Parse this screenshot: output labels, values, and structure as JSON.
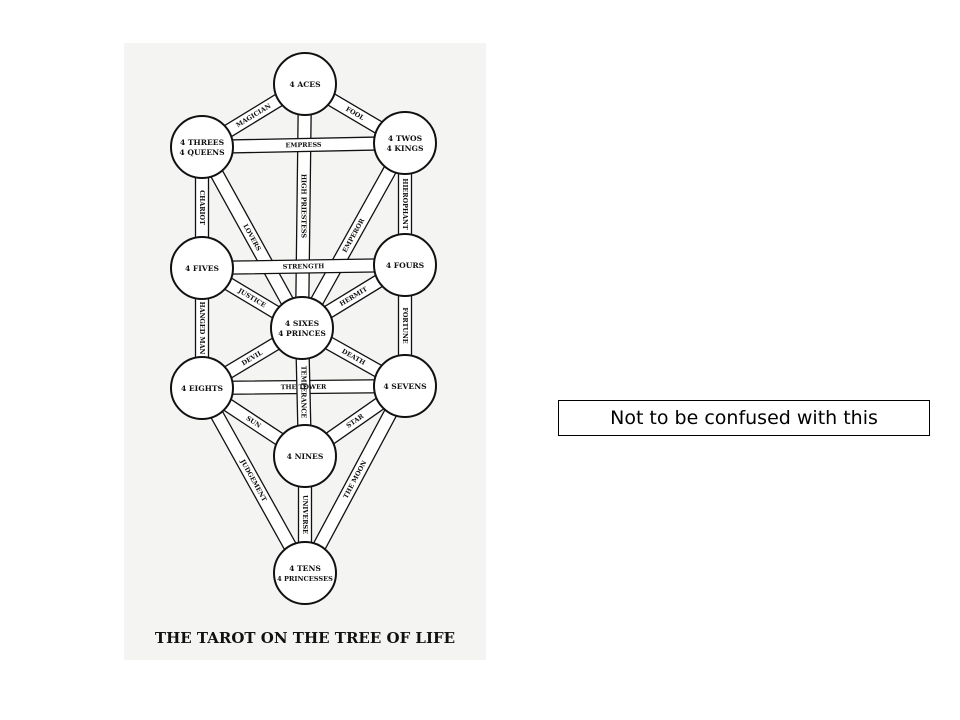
{
  "figure": {
    "caption": "THE TAROT ON THE TREE OF LIFE",
    "nodes": {
      "aces": [
        "4 ACES"
      ],
      "threes": [
        "4 THREES",
        "4 QUEENS"
      ],
      "twos": [
        "4 TWOS",
        "4 KINGS"
      ],
      "fives": [
        "4 FIVES"
      ],
      "fours": [
        "4 FOURS"
      ],
      "sixes": [
        "4 SIXES",
        "4 PRINCES"
      ],
      "eights": [
        "4 EIGHTS"
      ],
      "sevens": [
        "4 SEVENS"
      ],
      "nines": [
        "4 NINES"
      ],
      "tens": [
        "4 TENS",
        "4 PRINCESSES"
      ]
    },
    "paths": {
      "magician": "MAGICIAN",
      "fool": "FOOL",
      "empress": "EMPRESS",
      "chariot": "CHARIOT",
      "lovers": "LOVERS",
      "high_priestess": "HIGH PRIESTESS",
      "emperor": "EMPEROR",
      "hierophant": "HIEROPHANT",
      "strength": "STRENGTH",
      "justice": "JUSTICE",
      "hermit": "HERMIT",
      "hanged_man": "HANGED MAN",
      "fortune": "FORTUNE",
      "devil": "DEVIL",
      "death": "DEATH",
      "the_tower": "THE TOWER",
      "temperance": "TEMPERANCE",
      "sun": "SUN",
      "star": "STAR",
      "judgement": "JUDGEMENT",
      "universe": "UNIVERSE",
      "the_moon": "THE MOON"
    }
  },
  "note": {
    "text": "Not to be confused with this"
  }
}
